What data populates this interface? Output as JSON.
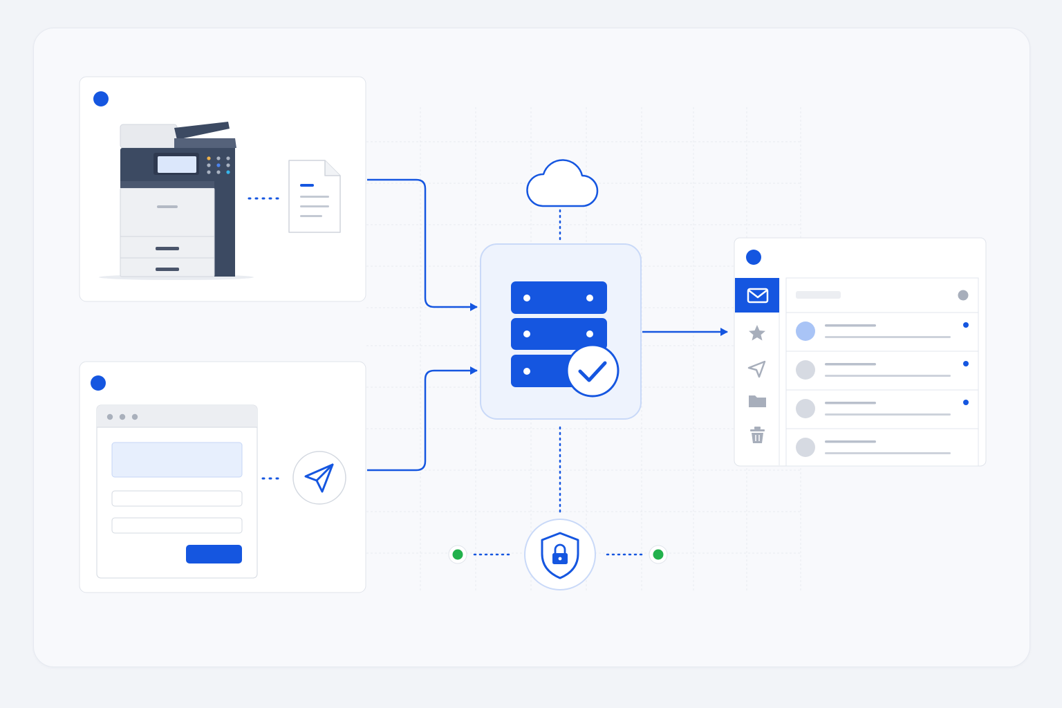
{
  "colors": {
    "accent": "#1556e0",
    "accent_light": "#e7effd",
    "accent_soft": "#a9c4f6",
    "line_gray": "#c9cfda",
    "text_line": "#b9c0cc",
    "status_green": "#22b14c",
    "card_bg": "#ffffff",
    "page_bg": "#f2f4f8"
  },
  "sources": [
    {
      "id": "printer",
      "icon": "multifunction-printer-icon",
      "output_icon": "document-icon"
    },
    {
      "id": "web-form",
      "icon": "browser-form-icon",
      "output_icon": "paper-plane-icon"
    }
  ],
  "hub": {
    "icon": "server-stack-icon",
    "badge": "checkmark-icon",
    "connects_up": "cloud-icon",
    "connects_down": "shield-lock-icon"
  },
  "security": {
    "icon": "shield-lock-icon",
    "status": [
      "online",
      "online"
    ]
  },
  "mail_client": {
    "sidebar_icons": [
      "mail-icon",
      "star-icon",
      "send-icon",
      "folder-icon",
      "trash-icon"
    ],
    "active_item": "mail-icon",
    "messages": [
      {
        "unread": true,
        "highlighted": true
      },
      {
        "unread": true,
        "highlighted": false
      },
      {
        "unread": true,
        "highlighted": false
      },
      {
        "unread": false,
        "highlighted": false
      }
    ]
  }
}
